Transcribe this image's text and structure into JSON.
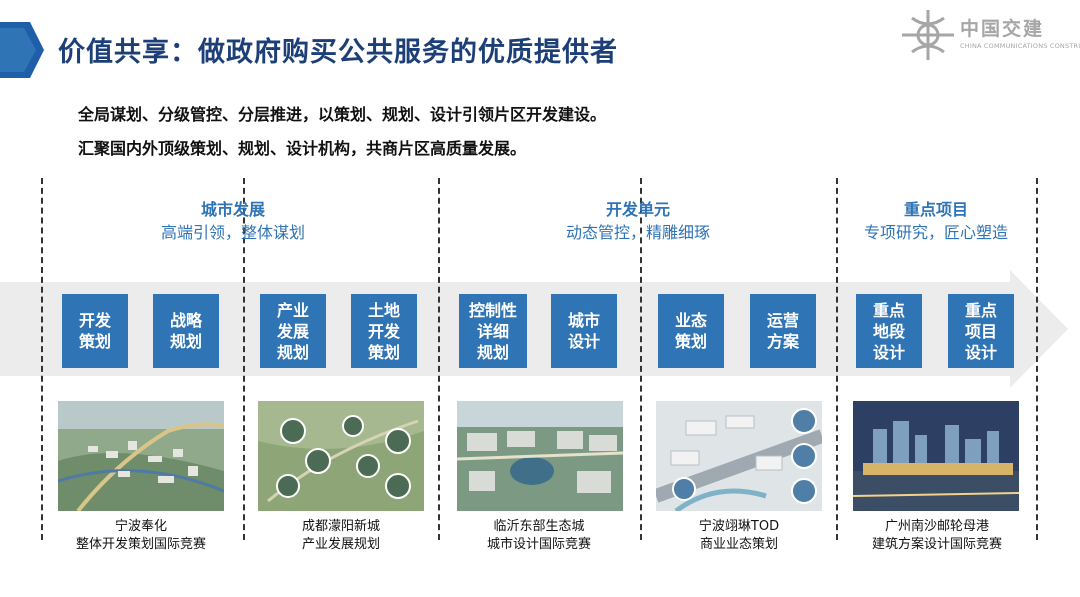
{
  "header": {
    "title": "价值共享：做政府购买公共服务的优质提供者",
    "logo_cn": "中国交建",
    "logo_en": "CHINA COMMUNICATIONS CONSTRUCTION"
  },
  "intro": [
    "全局谋划、分级管控、分层推进，以策划、规划、设计引领片区开发建设。",
    "汇聚国内外顶级策划、规划、设计机构，共商片区高质量发展。"
  ],
  "sections": [
    {
      "title": "城市发展",
      "subtitle": "高端引领，整体谋划"
    },
    {
      "title": "开发单元",
      "subtitle": "动态管控，精雕细琢"
    },
    {
      "title": "重点项目",
      "subtitle": "专项研究，匠心塑造"
    }
  ],
  "boxes": [
    "开发\n策划",
    "战略\n规划",
    "产业\n发展\n规划",
    "土地\n开发\n策划",
    "控制性\n详细\n规划",
    "城市\n设计",
    "业态\n策划",
    "运营\n方案",
    "重点\n地段\n设计",
    "重点\n项目\n设计"
  ],
  "projects": [
    {
      "line1": "宁波奉化",
      "line2": "整体开发策划国际竞赛"
    },
    {
      "line1": "成都濛阳新城",
      "line2": "产业发展规划"
    },
    {
      "line1": "临沂东部生态城",
      "line2": "城市设计国际竞赛"
    },
    {
      "line1": "宁波翊琳TOD",
      "line2": "商业业态策划"
    },
    {
      "line1": "广州南沙邮轮母港",
      "line2": "建筑方案设计国际竞赛"
    }
  ],
  "colors": {
    "accent": "#2f74b5",
    "title": "#1d3f78",
    "arrow": "#ececec"
  }
}
